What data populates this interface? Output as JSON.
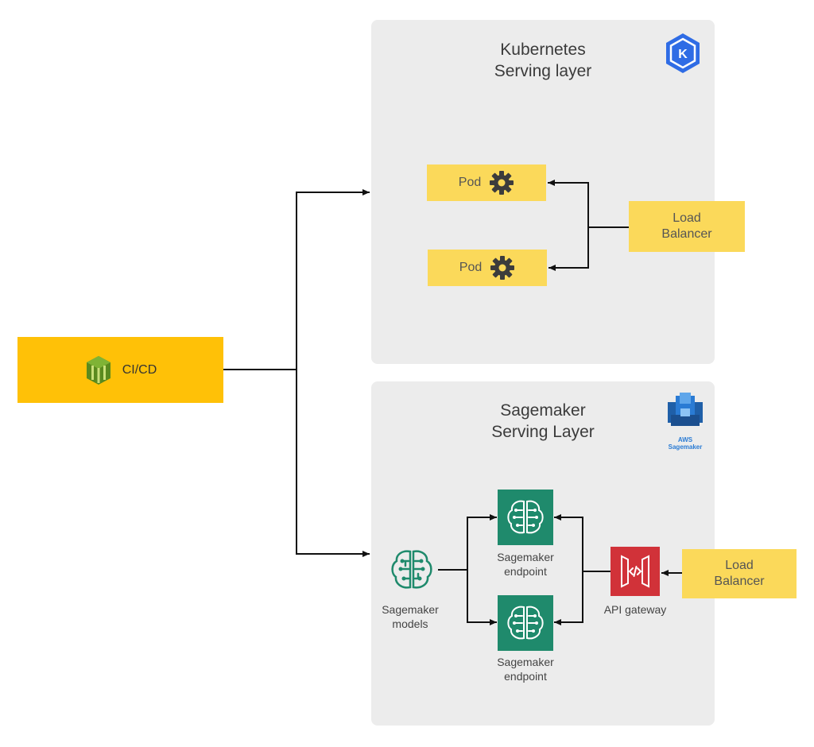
{
  "cicd": {
    "label": "CI/CD",
    "icon": "codepipeline-icon",
    "color": "#ffc107"
  },
  "kubernetes": {
    "title": "Kubernetes\nServing layer",
    "logo_icon": "kubernetes-logo-icon",
    "logo_letter": "K",
    "pods": [
      {
        "label": "Pod",
        "icon": "gear-icon"
      },
      {
        "label": "Pod",
        "icon": "gear-icon"
      }
    ],
    "load_balancer": "Load\nBalancer"
  },
  "sagemaker": {
    "title": "Sagemaker\nServing Layer",
    "logo_icon": "aws-sagemaker-logo-icon",
    "logo_text_1": "AWS",
    "logo_text_2": "Sagemaker",
    "models_label": "Sagemaker\nmodels",
    "endpoints": [
      {
        "label": "Sagemaker\nendpoint",
        "icon": "brain-icon"
      },
      {
        "label": "Sagemaker\nendpoint",
        "icon": "brain-icon"
      }
    ],
    "api_gateway": {
      "label": "API gateway",
      "icon": "api-gateway-icon"
    },
    "load_balancer": "Load\nBalancer"
  },
  "colors": {
    "panel": "#ececec",
    "yellow": "#fbd95a",
    "cicd": "#ffc107",
    "sagemaker_green": "#1f8a6c",
    "api_red": "#d13239",
    "k8s_blue": "#2f6ce5",
    "aws_blue": "#2a7bd4"
  }
}
